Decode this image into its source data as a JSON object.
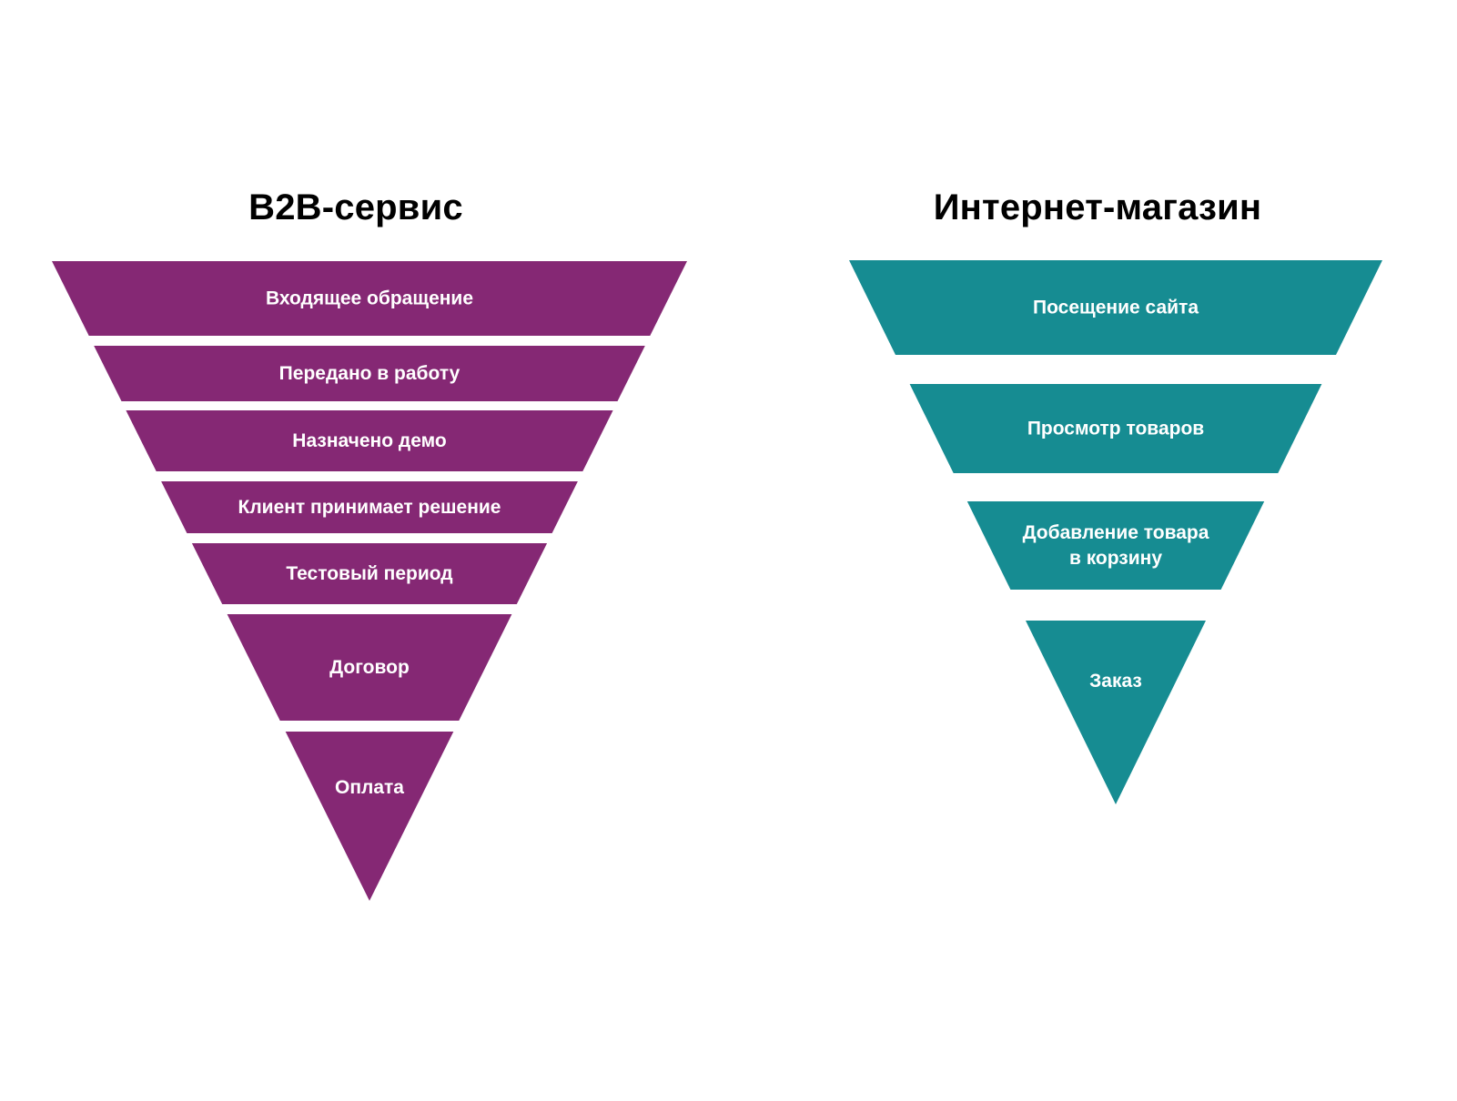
{
  "colors": {
    "background": "#ffffff",
    "b2b": "#852874",
    "shop": "#168c92",
    "label": "#ffffff",
    "title": "#000000"
  },
  "b2b_funnel": {
    "title": "B2B-сервис",
    "stages": [
      "Входящее обращение",
      "Передано в работу",
      "Назначено демо",
      "Клиент принимает решение",
      "Тестовый период",
      "Договор",
      "Оплата"
    ]
  },
  "shop_funnel": {
    "title": "Интернет-магазин",
    "stages": [
      "Посещение сайта",
      "Просмотр товаров",
      [
        "Добавление товара",
        "в корзину"
      ],
      "Заказ"
    ]
  }
}
